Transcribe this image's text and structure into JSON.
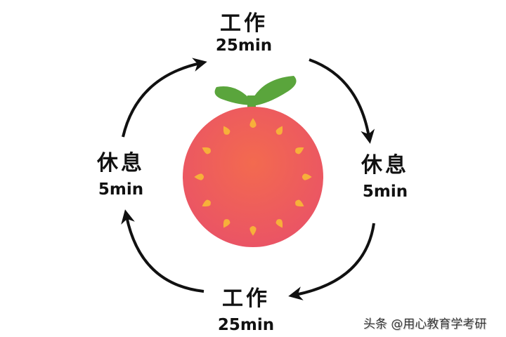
{
  "cycle": {
    "top": {
      "activity": "工作",
      "duration": "25min"
    },
    "right": {
      "activity": "休息",
      "duration": "5min"
    },
    "bottom": {
      "activity": "工作",
      "duration": "25min"
    },
    "left": {
      "activity": "休息",
      "duration": "5min"
    }
  },
  "center_icon": "tomato-icon",
  "colors": {
    "tomato": "#ef5f5a",
    "seeds": "#f7b03a",
    "leaf": "#5aa53c",
    "arrows": "#111111"
  },
  "watermark": "头条 @用心教育学考研"
}
